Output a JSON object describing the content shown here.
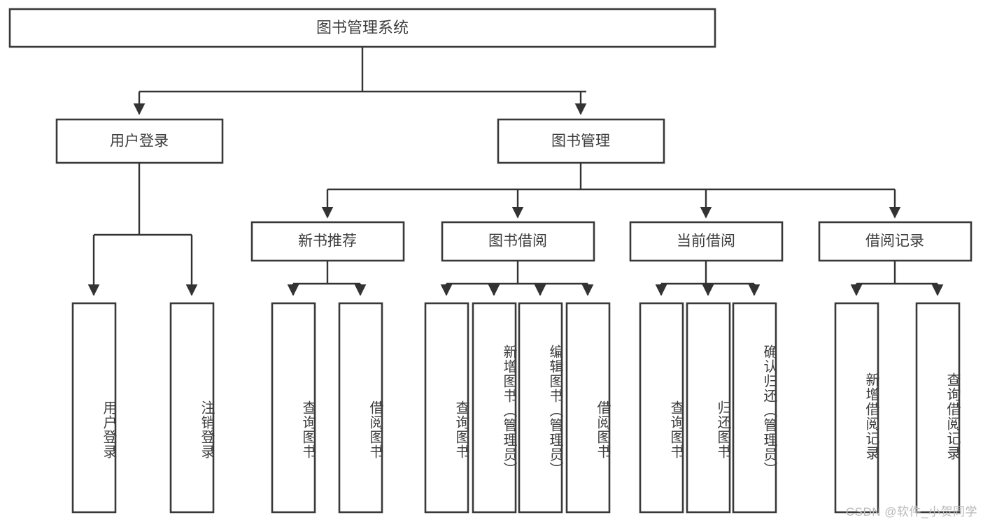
{
  "diagram": {
    "type": "tree-hierarchy",
    "title": "图书管理系统",
    "watermark": "CSDN @软件_小贺同学",
    "colors": {
      "box_stroke": "#393939",
      "box_fill": "#ffffff",
      "connector": "#333333",
      "text": "#3d3d3d",
      "watermark": "#b9b9b9",
      "background": "#ffffff"
    },
    "root": {
      "label": "图书管理系统"
    },
    "level2": [
      {
        "label": "用户登录"
      },
      {
        "label": "图书管理"
      }
    ],
    "level3": [
      {
        "label": "新书推荐"
      },
      {
        "label": "图书借阅"
      },
      {
        "label": "当前借阅"
      },
      {
        "label": "借阅记录"
      }
    ],
    "leaves": {
      "user_login": [
        {
          "label": "用户登录"
        },
        {
          "label": "注销登录"
        }
      ],
      "new_book_recommend": [
        {
          "label": "查询图书"
        },
        {
          "label": "借阅图书"
        }
      ],
      "book_borrow": [
        {
          "label": "查询图书"
        },
        {
          "label": "新增图书（管理员）"
        },
        {
          "label": "编辑图书（管理员）"
        },
        {
          "label": "借阅图书"
        }
      ],
      "current_borrow": [
        {
          "label": "查询图书"
        },
        {
          "label": "归还图书"
        },
        {
          "label": "确认归还（管理员）"
        }
      ],
      "borrow_record": [
        {
          "label": "新增借阅记录"
        },
        {
          "label": "查询借阅记录"
        }
      ]
    }
  }
}
